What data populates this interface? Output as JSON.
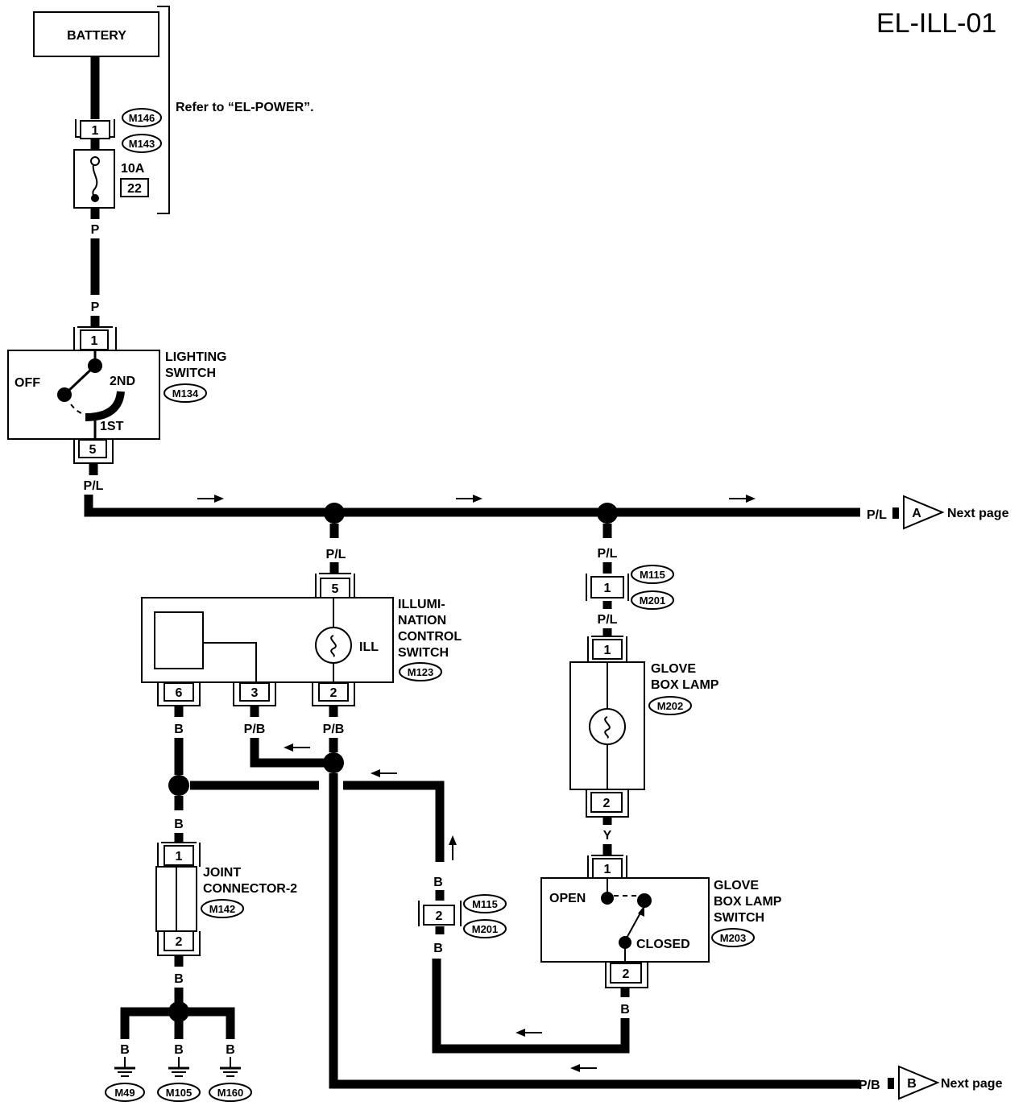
{
  "title": "EL-ILL-01",
  "battery": {
    "label": "BATTERY"
  },
  "power_ref": {
    "text": "Refer to “EL-POWER”."
  },
  "fuse": {
    "connector_pin": "1",
    "connectors": [
      "M146",
      "M143"
    ],
    "rating": "10A",
    "number": "22"
  },
  "wires": {
    "p_top": "P",
    "p_bottom": "P",
    "pl_switch_out": "P/L",
    "pl_to_next": "P/L",
    "pl_to_ill": "P/L",
    "pl_to_glove_a": "P/L",
    "pl_to_glove_b": "P/L",
    "b_ill_6": "B",
    "pb_ill_3": "P/B",
    "pb_ill_2": "P/B",
    "b_to_joint": "B",
    "b_joint_out": "B",
    "b_g1": "B",
    "b_g2": "B",
    "b_g3": "B",
    "y_glove": "Y",
    "b_conn_top": "B",
    "b_conn_bottom": "B",
    "b_switch_out": "B",
    "pb_to_next": "P/B"
  },
  "lighting_switch": {
    "name_line1": "LIGHTING",
    "name_line2": "SWITCH",
    "connector": "M134",
    "pin_in": "1",
    "pin_out": "5",
    "pos_off": "OFF",
    "pos_2nd": "2ND",
    "pos_1st": "1ST"
  },
  "illumination_switch": {
    "name_line1": "ILLUMI-",
    "name_line2": "NATION",
    "name_line3": "CONTROL",
    "name_line4": "SWITCH",
    "connector": "M123",
    "lamp_label": "ILL",
    "pin_top": "5",
    "pin_a": "6",
    "pin_b": "3",
    "pin_c": "2"
  },
  "glove_connector_top": {
    "pin": "1",
    "connectors": [
      "M115",
      "M201"
    ]
  },
  "glove_lamp": {
    "name_line1": "GLOVE",
    "name_line2": "BOX LAMP",
    "connector": "M202",
    "pin_top": "1",
    "pin_bottom": "2"
  },
  "glove_switch": {
    "name_line1": "GLOVE",
    "name_line2": "BOX LAMP",
    "name_line3": "SWITCH",
    "connector": "M203",
    "pos_open": "OPEN",
    "pos_closed": "CLOSED",
    "pin_top": "1",
    "pin_bottom": "2"
  },
  "joint_connector": {
    "name_line1": "JOINT",
    "name_line2": "CONNECTOR-2",
    "connector": "M142",
    "pin_top": "1",
    "pin_bottom": "2"
  },
  "mid_connector": {
    "pin": "2",
    "connectors": [
      "M115",
      "M201"
    ]
  },
  "grounds": [
    "M49",
    "M105",
    "M160"
  ],
  "next_page": {
    "a_letter": "A",
    "a_text": "Next page",
    "b_letter": "B",
    "b_text": "Next page"
  }
}
